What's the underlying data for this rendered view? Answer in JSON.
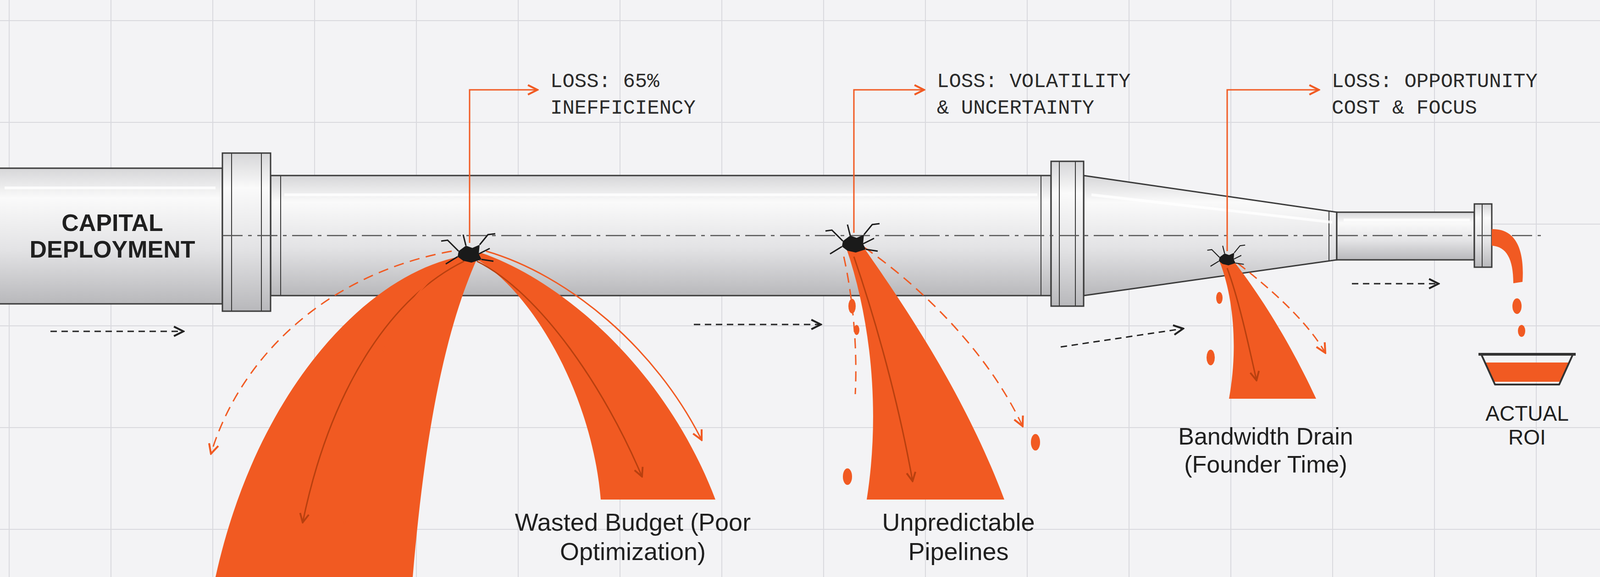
{
  "diagram": {
    "nodes": [
      {
        "text": [
          "CAPITAL DEPLOYMENT"
        ]
      },
      {
        "text": [
          "ACTUAL ROI"
        ]
      }
    ],
    "labels": [
      "LOSS: 65% INEFFICIENCY",
      "LOSS: VOLATILITY & UNCERTAINTY",
      "LOSS: OPPORTUNITY COST & FOCUS",
      "Wasted Budget (Poor Optimization)",
      "Unpredictable Pipelines",
      "Bandwidth Drain (Founder Time)"
    ]
  }
}
